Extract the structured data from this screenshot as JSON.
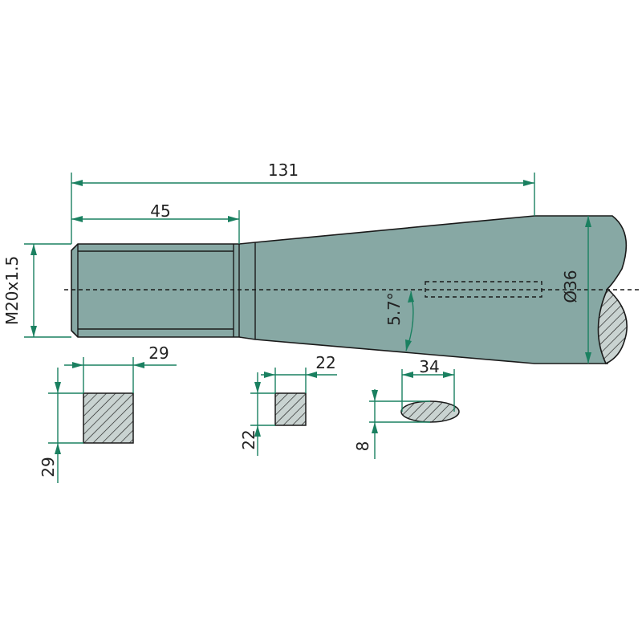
{
  "drawing": {
    "overall_length": "131",
    "thread_length": "45",
    "thread_spec": "M20x1.5",
    "diameter": "Ø36",
    "taper_angle": "5.7°",
    "section_square_large": {
      "width": "29",
      "height": "29"
    },
    "section_square_small": {
      "width": "22",
      "height": "22"
    },
    "section_slot": {
      "width": "34",
      "height": "8"
    }
  },
  "colors": {
    "part_fill": "#87a8a4",
    "dimension": "#1a8060",
    "outline": "#1a1a1a"
  }
}
